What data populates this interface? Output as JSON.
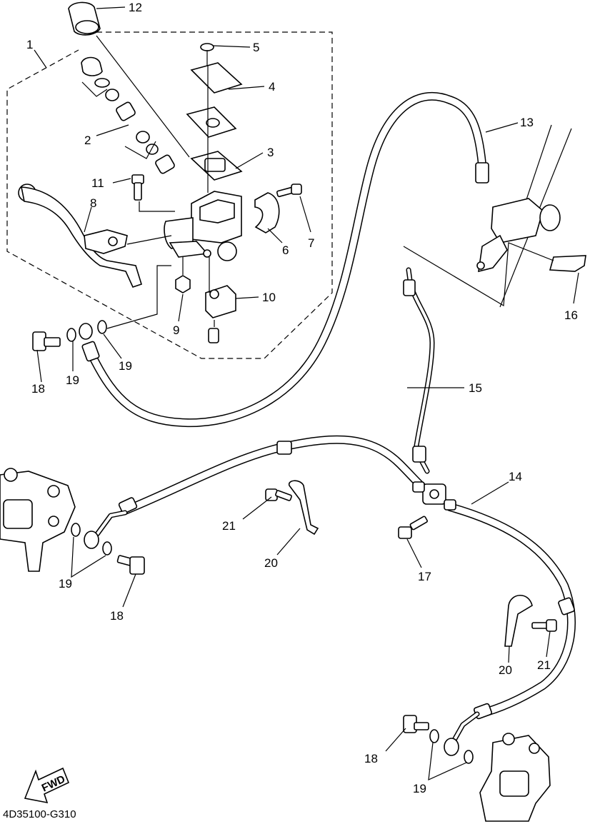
{
  "diagram_code": "4D35100-G310",
  "fwd_label": "FWD",
  "callouts": {
    "c1": "1",
    "c2": "2",
    "c3": "3",
    "c4": "4",
    "c5": "5",
    "c6": "6",
    "c7": "7",
    "c8": "8",
    "c9": "9",
    "c10": "10",
    "c11": "11",
    "c12": "12",
    "c13": "13",
    "c14": "14",
    "c15": "15",
    "c16": "16",
    "c17": "17",
    "c18a": "18",
    "c18b": "18",
    "c18c": "18",
    "c19a": "19",
    "c19b": "19",
    "c19c": "19",
    "c19d": "19",
    "c20a": "20",
    "c20b": "20",
    "c21a": "21",
    "c21b": "21"
  }
}
